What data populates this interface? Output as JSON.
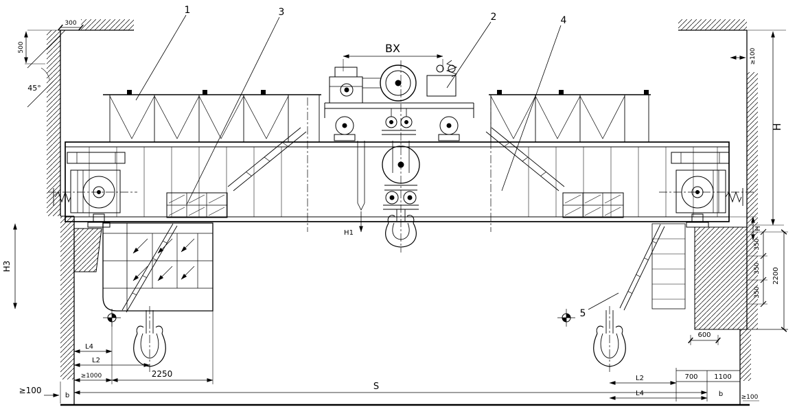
{
  "drawing": {
    "colors": {
      "ink": "#000000",
      "paper": "#ffffff"
    }
  },
  "callouts": [
    {
      "label": "1"
    },
    {
      "label": "2"
    },
    {
      "label": "3"
    },
    {
      "label": "4"
    },
    {
      "label": "5"
    }
  ],
  "dims": {
    "bx": "BX",
    "d300": "300",
    "d500": "500",
    "angle45": "45°",
    "ge100_top_right": "≥100",
    "h_right_tall": "H",
    "h_right_small": "H",
    "h1": "H1",
    "h3": "H3",
    "d350_a": "350",
    "d350_b": "350",
    "d350_c": "350",
    "d2200": "2200",
    "d600": "600",
    "d700": "700",
    "d1100": "1100",
    "l4_left": "L4",
    "l2_left": "L2",
    "ge1000_left": "≥1000",
    "d2250": "2250",
    "ge100_bottom_left": "≥100",
    "b_left": "b",
    "span_s": "S",
    "l2_right": "L2",
    "l4_right": "L4",
    "b_right": "b",
    "ge100_bottom_right": "≥100"
  }
}
